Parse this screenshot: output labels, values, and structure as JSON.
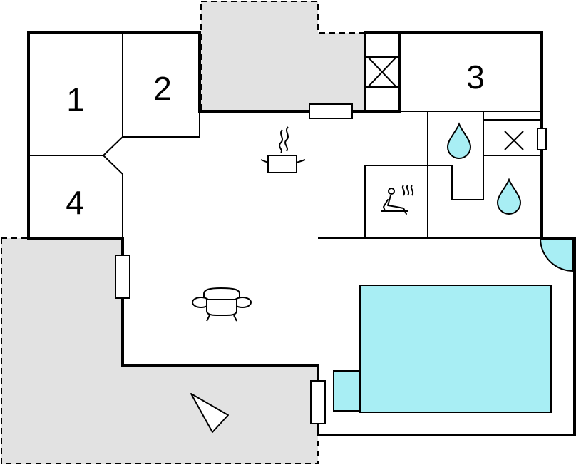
{
  "floorplan": {
    "rooms": [
      {
        "id": "room-1",
        "label": "1"
      },
      {
        "id": "room-2",
        "label": "2"
      },
      {
        "id": "room-3",
        "label": "3"
      },
      {
        "id": "room-4",
        "label": "4"
      }
    ],
    "icons": {
      "kitchen": "cooking-pot-icon",
      "living": "sofa-icon",
      "sauna": "sauna-icon",
      "bathroom_1": "water-drop-icon",
      "bathroom_2": "water-drop-icon",
      "wc": "toilet-cross-icon",
      "chimney": "chimney-cross-icon",
      "orientation": "north-arrow-icon"
    },
    "colors": {
      "terrace": "#e2e2e2",
      "water": "#a8eef4",
      "walls": "#000000"
    }
  }
}
